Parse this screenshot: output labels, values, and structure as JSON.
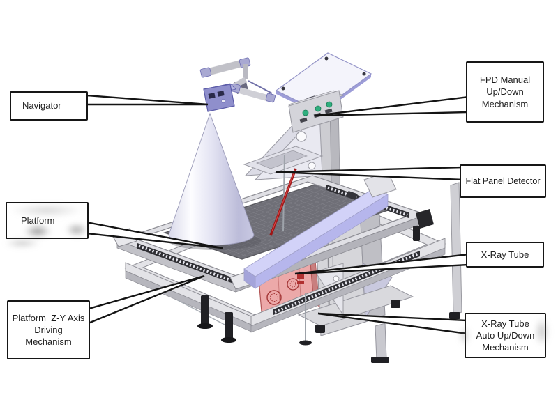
{
  "labels": {
    "navigator": "Navigator",
    "platform": "Platform",
    "flat_panel_detector": "Flat Panel Detector",
    "x_ray_tube": "X-Ray Tube",
    "fpd_manual": [
      "FPD Manual",
      "Up/Down",
      "Mechanism"
    ],
    "platform_zy": [
      "Platform  Z-Y Axis",
      "Driving",
      "Mechanism"
    ],
    "x_ray_auto": [
      "X-Ray Tube",
      "Auto Up/Down",
      "Mechanism"
    ]
  },
  "colors": {
    "callout_border": "#161616",
    "leader_line": "#141414",
    "cone_lavender": "#c9c9e8",
    "beam_lavender": "#b6b6ec",
    "xray_tube_red": "#eba3a3",
    "frame_gray": "#e0e0e5",
    "grid_gray": "#6f6f77",
    "knob_green": "#2fae7e"
  }
}
